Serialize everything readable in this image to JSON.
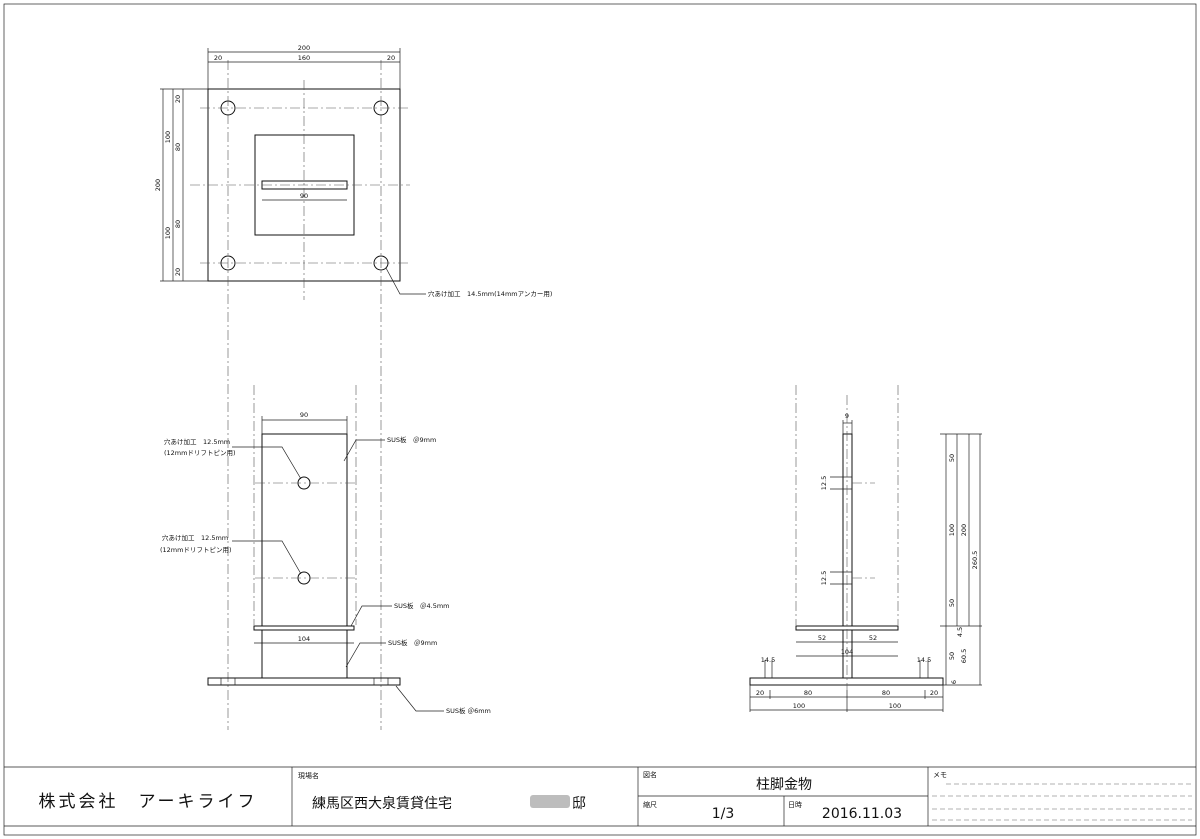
{
  "top_view": {
    "overall_width": "200",
    "edge_left": "20",
    "hole_span": "160",
    "edge_right": "20",
    "overall_height": "200",
    "edge_top": "20",
    "half_top": "100",
    "inner_top": "80",
    "half_bottom": "100",
    "inner_bottom": "80",
    "edge_bottom": "20",
    "fin_width": "90",
    "hole_note": "穴あけ加工　14.5mm(14mmアンカー用)"
  },
  "front_view": {
    "fin_width": "90",
    "hole_note_1_line1": "穴あけ加工　12.5mm",
    "hole_note_1_line2": "(12mmドリフトピン用)",
    "hole_note_2_line1": "穴あけ加工　12.5mm",
    "hole_note_2_line2": "(12mmドリフトピン用)",
    "fin_material": "SUS板　＠9mm",
    "mid_plate_material": "SUS板　＠4.5mm",
    "mid_plate_width": "104",
    "post_material": "SUS板　＠9mm",
    "base_material": "SUS板 ＠6mm"
  },
  "side_view": {
    "fin_thickness": "9",
    "hole_dia_1": "12.5",
    "hole_dia_2": "12.5",
    "mid_left": "52",
    "mid_right": "52",
    "mid_width": "104",
    "edge_small_left": "14.5",
    "edge_small_right": "14.5",
    "base_20_left": "20",
    "base_80_left": "80",
    "base_80_right": "80",
    "base_20_right": "20",
    "base_100_left": "100",
    "base_100_right": "100",
    "v_50_top": "50",
    "v_100": "100",
    "v_200": "200",
    "v_260": "260.5",
    "v_50_bottom": "50",
    "v_45": "4.5",
    "v_50_lower": "50",
    "v_605": "60.5",
    "v_6": "6"
  },
  "title_block": {
    "company": "株式会社　アーキライフ",
    "site_label": "現場名",
    "site_name_prefix": "練馬区西大泉賃貸住宅",
    "site_name_suffix": "邸",
    "drawing_label": "図名",
    "drawing_name": "柱脚金物",
    "scale_label": "縮尺",
    "scale": "1/3",
    "date_label": "日時",
    "date": "2016.11.03",
    "memo_label": "メモ"
  }
}
